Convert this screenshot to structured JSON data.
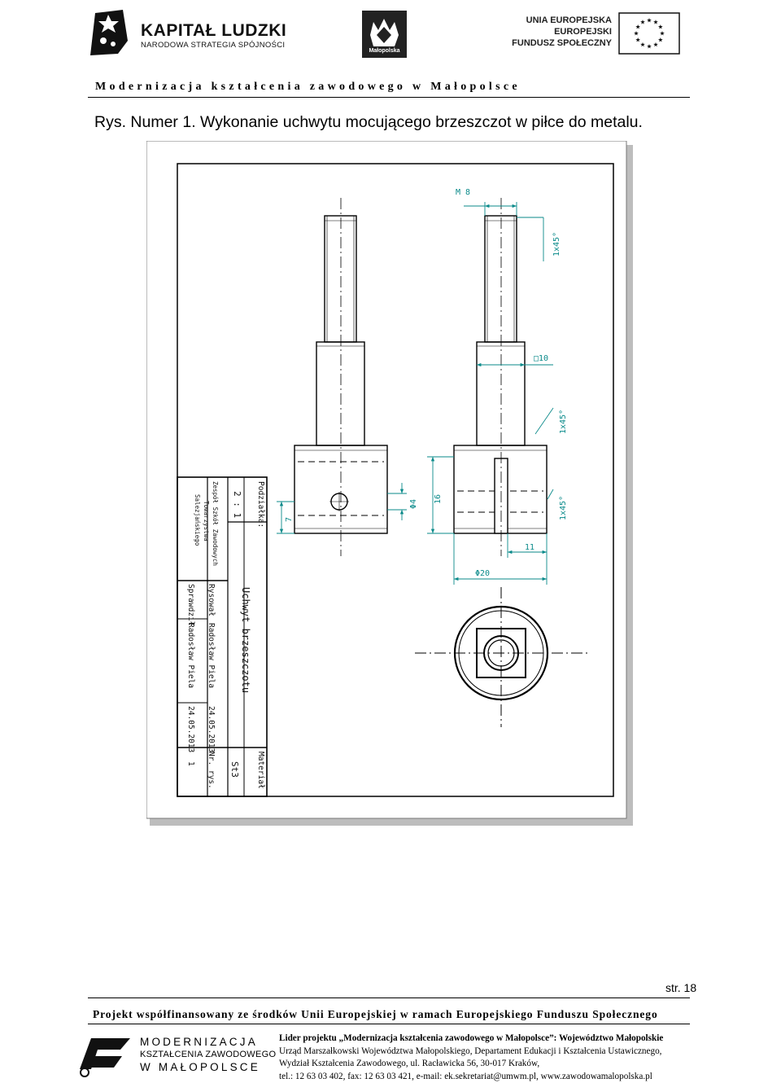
{
  "header": {
    "left_logo": {
      "title": "KAPITAŁ LUDZKI",
      "subtitle": "NARODOWA STRATEGIA SPÓJNOŚCI"
    },
    "center_logo": {
      "label": "Małopolska"
    },
    "right_logo": {
      "lines": [
        "UNIA EUROPEJSKA",
        "EUROPEJSKI",
        "FUNDUSZ SPOŁECZNY"
      ]
    },
    "title": "Modernizacja kształcenia zawodowego w Małopolsce"
  },
  "caption": "Rys. Numer 1. Wykonanie uchwytu mocującego brzeszczot w piłce do metalu.",
  "drawing": {
    "dimensions": {
      "thread": "M 8",
      "chamfer_top": "1x45°",
      "square": "□10",
      "chamfer_mid": "1x45°",
      "chamfer_low": "1x45°",
      "hole_diameter": "Φ4",
      "offset": "7",
      "height": "16",
      "slot_width": "11",
      "body_diameter": "Φ20"
    },
    "title_block": {
      "scale_label": "Podziałka:",
      "scale": "2 : 1",
      "school_lines": [
        "Zespół Szkół Zawodowych",
        "Towarzystwa",
        "Salezjańskiego"
      ],
      "part_name": "Uchwyt brzeszczotu",
      "drawn_label": "Rysował",
      "checked_label": "Sprawdził",
      "drawn_by": "Radosław Piela",
      "checked_by": "Radosław Piela",
      "date1": "24.05.2013",
      "date2": "24.05.2013",
      "material_label": "Materiał",
      "material": "St3",
      "drawing_no_label": "Nr. rys.",
      "drawing_no": "1"
    }
  },
  "page_number": "str. 18",
  "footer": {
    "funding": "Projekt współfinansowany ze środków Unii Europejskiej w ramach Europejskiego Funduszu Społecznego",
    "logo_lines": [
      "MODERNIZACJA",
      "KSZTAŁCENIA ZAWODOWEGO",
      "W MAŁOPOLSCE"
    ],
    "contact": [
      "Lider projektu „Modernizacja  kształcenia zawodowego w Małopolsce”: Województwo Małopolskie",
      "Urząd Marszałkowski Województwa Małopolskiego, Departament Edukacji i Kształcenia Ustawicznego,",
      "Wydział Kształcenia Zawodowego, ul. Racławicka 56, 30-017 Kraków,",
      "tel.: 12 63 03 402, fax: 12 63 03 421, e-mail: ek.sekretariat@umwm.pl, www.zawodowamalopolska.pl"
    ]
  },
  "colors": {
    "dimension": "#0a8a8a",
    "ink": "#000000"
  }
}
